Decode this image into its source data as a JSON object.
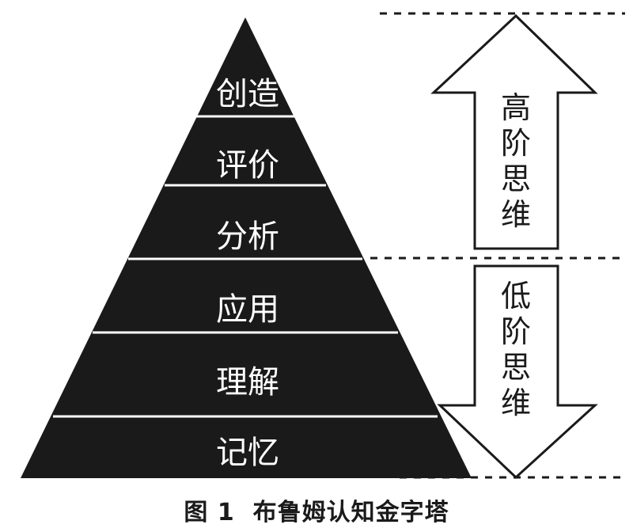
{
  "figure": {
    "caption": "图 1  布鲁姆认知金字塔"
  },
  "pyramid": {
    "levels": [
      "创造",
      "评价",
      "分析",
      "应用",
      "理解",
      "记忆"
    ],
    "fill_color": "#1a1a1a",
    "divider_color": "#ffffff"
  },
  "arrows": {
    "higher": {
      "chars": [
        "高",
        "阶",
        "思",
        "维"
      ],
      "direction": "up"
    },
    "lower": {
      "chars": [
        "低",
        "阶",
        "思",
        "维"
      ],
      "direction": "down"
    }
  }
}
